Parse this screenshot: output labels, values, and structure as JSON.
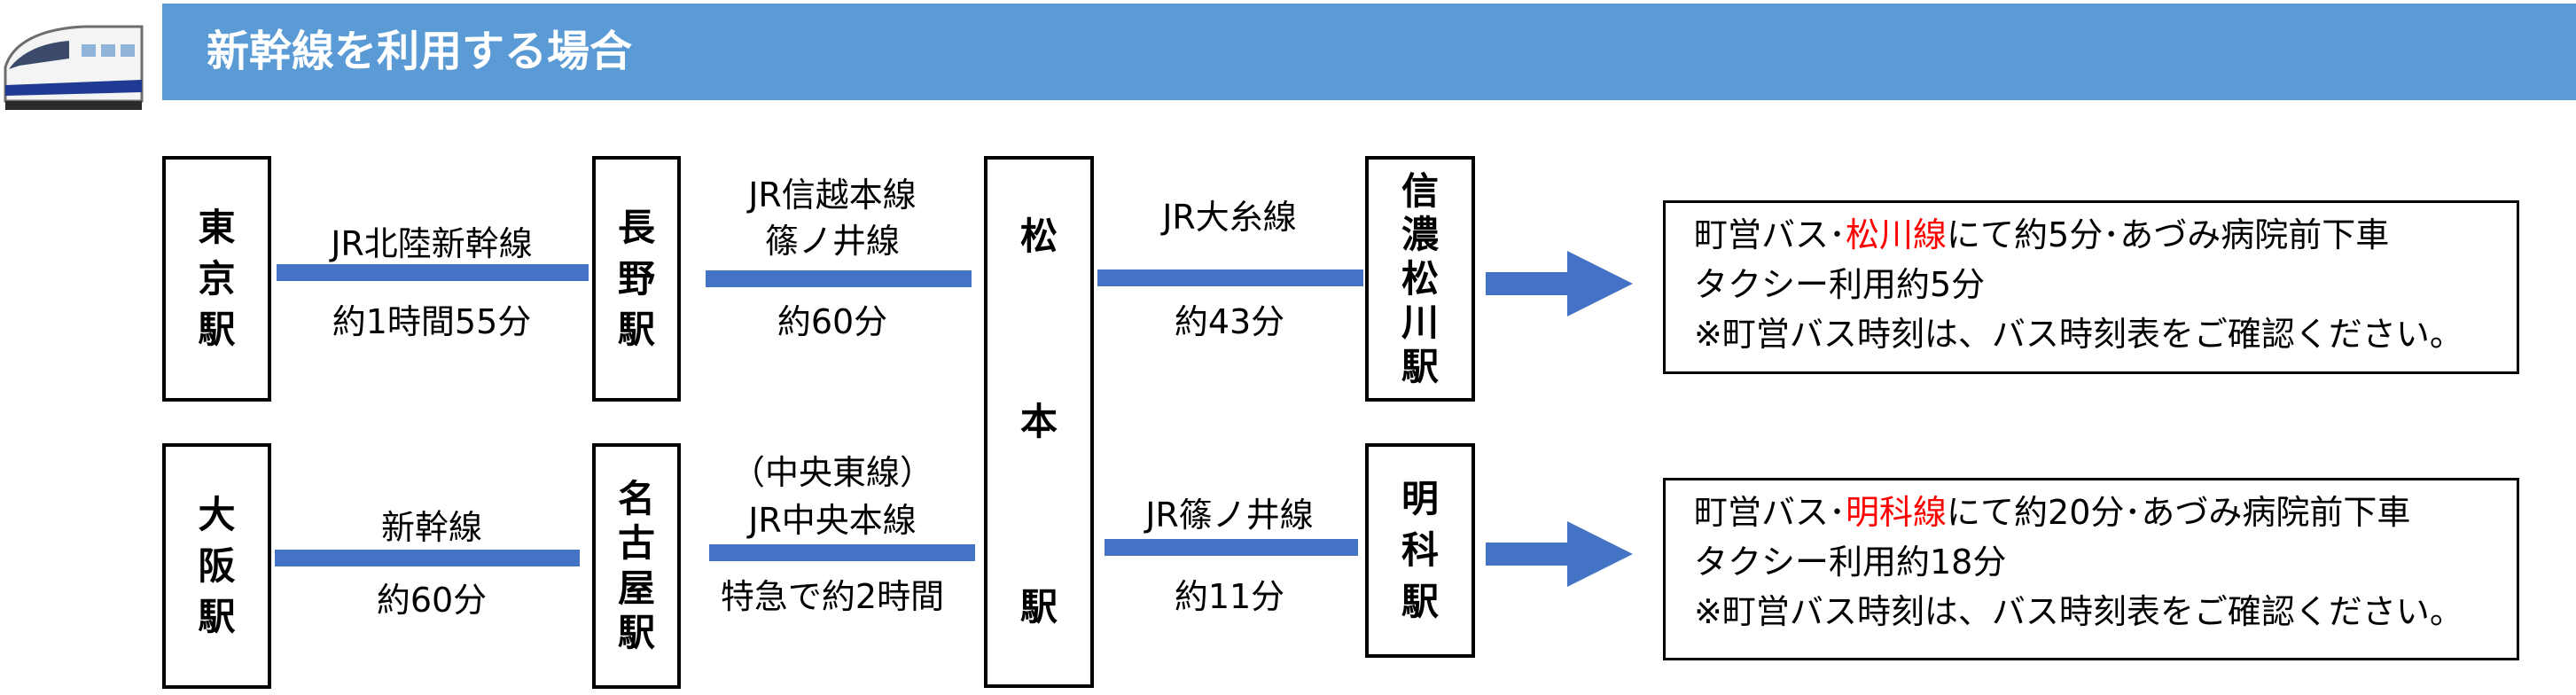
{
  "header": {
    "title": "新幹線を利用する場合"
  },
  "stations": {
    "tokyo": [
      "東",
      "京",
      "駅"
    ],
    "nagano": [
      "長",
      "野",
      "駅"
    ],
    "osaka": [
      "大",
      "阪",
      "駅"
    ],
    "nagoya": [
      "名",
      "古",
      "屋",
      "駅"
    ],
    "matsumoto": [
      "松",
      "本",
      "駅"
    ],
    "shinano": [
      "信",
      "濃",
      "松",
      "川",
      "駅"
    ],
    "meika": [
      "明",
      "科",
      "駅"
    ]
  },
  "routes": {
    "tokyo_nagano": {
      "line": "JR北陸新幹線",
      "time": "約1時間55分"
    },
    "nagano_matsumoto": {
      "line1": "JR信越本線",
      "line2": "篠ノ井線",
      "time": "約60分"
    },
    "osaka_nagoya": {
      "line": "新幹線",
      "time": "約60分"
    },
    "nagoya_matsumoto": {
      "line1": "（中央東線）",
      "line2": "JR中央本線",
      "time": "特急で約2時間"
    },
    "matsumoto_shinano": {
      "line": "JR大糸線",
      "time": "約43分"
    },
    "matsumoto_meika": {
      "line": "JR篠ノ井線",
      "time": "約11分"
    }
  },
  "info_top": {
    "prefix": "町営バス･",
    "highlight": "松川線",
    "suffix": "にて約5分･あづみ病院前下車",
    "line2": "タクシー利用約5分",
    "line3": "※町営バス時刻は、バス時刻表をご確認ください。"
  },
  "info_bottom": {
    "prefix": "町営バス･",
    "highlight": "明科線",
    "suffix": "にて約20分･あづみ病院前下車",
    "line2": "タクシー利用約18分",
    "line3": "※町営バス時刻は、バス時刻表をご確認ください。"
  },
  "colors": {
    "header": "#5b9bd5",
    "route_line": "#4472c4",
    "highlight": "#ff0000"
  },
  "icons": {
    "train": "shinkansen-train-icon",
    "arrow": "right-arrow-icon"
  }
}
